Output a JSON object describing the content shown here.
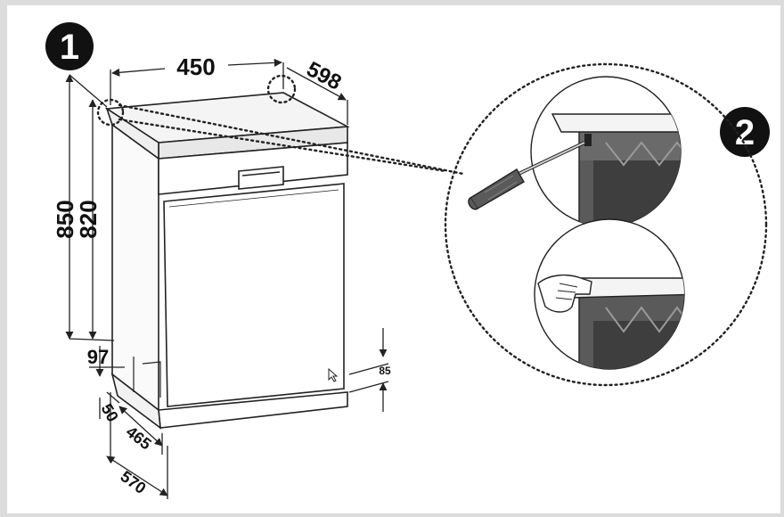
{
  "steps": [
    {
      "number": "1"
    },
    {
      "number": "2"
    }
  ],
  "dimensions": {
    "width": "450",
    "depth_top": "598",
    "height_total": "850",
    "height_body": "820",
    "plinth_height": "97",
    "plinth_recess": "50",
    "depth_body": "465",
    "depth_total": "570",
    "door_gap": "85"
  },
  "colors": {
    "line": "#222222",
    "cabinet_dark": "#555555",
    "screwdriver_handle": "#5a5a5a",
    "background": "#ffffff",
    "frame_bg": "#dcdcdc"
  }
}
